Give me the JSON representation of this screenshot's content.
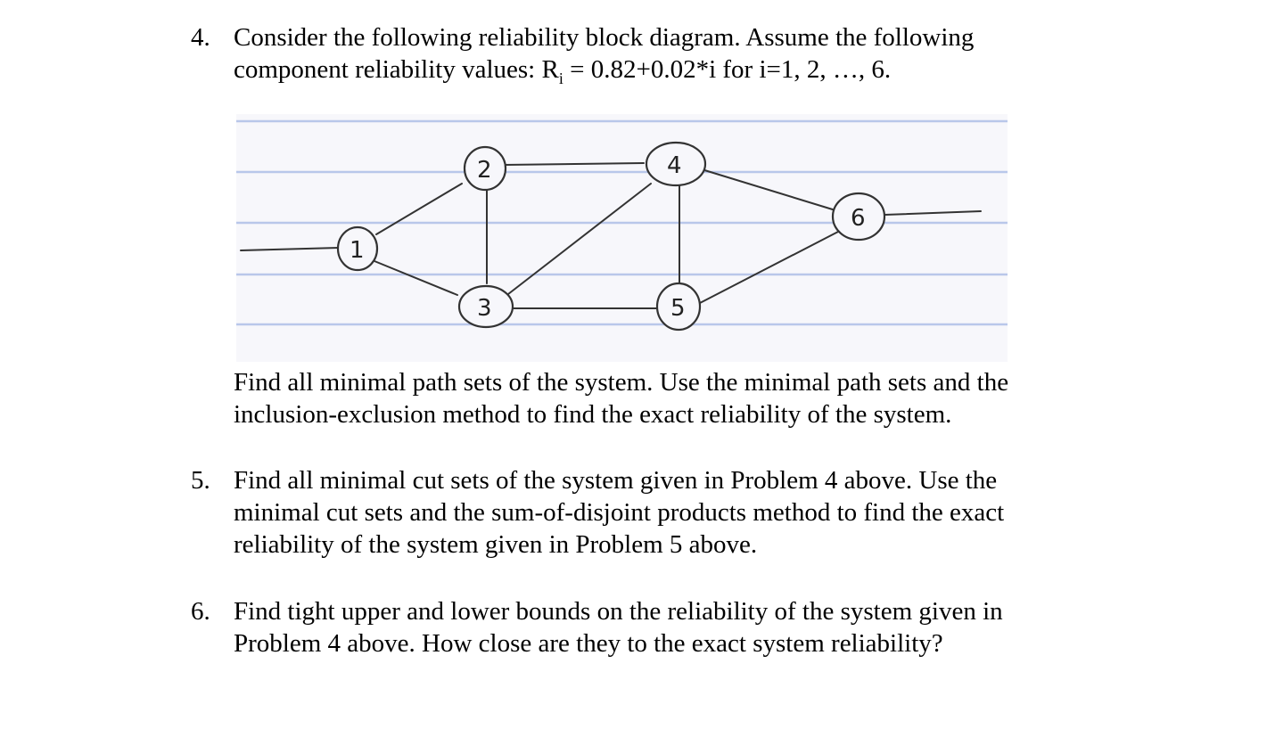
{
  "problem4": {
    "number": "4.",
    "line1": "Consider the following reliability block diagram. Assume the following",
    "line2_pre": "component reliability values: R",
    "line2_sub": "i",
    "line2_post": " = 0.82+0.02*i for i=1, 2, …, 6.",
    "followup_line1": "Find all minimal path sets of the system. Use the minimal path sets and the",
    "followup_line2": "inclusion-exclusion method to find the exact reliability of the system."
  },
  "diagram": {
    "nodes": [
      {
        "id": "1",
        "label": "1"
      },
      {
        "id": "2",
        "label": "2"
      },
      {
        "id": "3",
        "label": "3"
      },
      {
        "id": "4",
        "label": "4"
      },
      {
        "id": "5",
        "label": "5"
      },
      {
        "id": "6",
        "label": "6"
      }
    ],
    "edges": [
      [
        "1",
        "2"
      ],
      [
        "1",
        "3"
      ],
      [
        "2",
        "3"
      ],
      [
        "2",
        "4"
      ],
      [
        "3",
        "4"
      ],
      [
        "3",
        "5"
      ],
      [
        "4",
        "5"
      ],
      [
        "4",
        "6"
      ],
      [
        "5",
        "6"
      ]
    ],
    "colors": {
      "paper": "#f7f7fb",
      "rule": "#b9c7ea",
      "ink": "#333333"
    }
  },
  "problem5": {
    "number": "5.",
    "line1": "Find all minimal cut sets of the system given in Problem 4 above. Use the",
    "line2": "minimal cut sets and the sum-of-disjoint products method to find the exact",
    "line3": "reliability of the system given in Problem 5 above."
  },
  "problem6": {
    "number": "6.",
    "line1": "Find tight upper and lower bounds on the reliability of the system given in",
    "line2": "Problem 4 above. How close are they to the exact system reliability?"
  }
}
